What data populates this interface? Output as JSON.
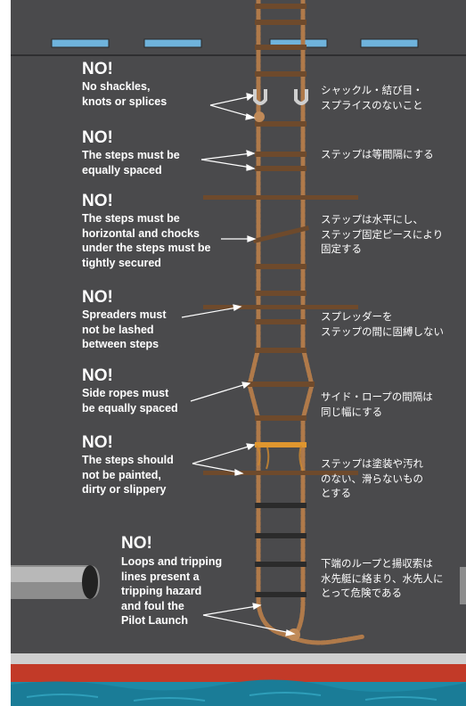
{
  "colors": {
    "hull": "#4a4a4c",
    "deck_window": "#6fb3dc",
    "rope": "#b07a4a",
    "step": "#6e4a2c",
    "arrow": "#ffffff",
    "boot_red": "#c23a28",
    "sea": "#1e8aa6",
    "waterline": "#cfcfcf",
    "painted_step": "#e0962e",
    "dark_step": "#2b2b2b"
  },
  "annotations": [
    {
      "id": "shackles",
      "no": "NO!",
      "text": "No shackles,\nknots or splices",
      "jp": "シャックル・結び目・\nスプライスのないこと"
    },
    {
      "id": "spacing",
      "no": "NO!",
      "text": "The steps must be\nequally spaced",
      "jp": "ステップは等間隔にする"
    },
    {
      "id": "horizontal",
      "no": "NO!",
      "text": "The steps must be\nhorizontal and chocks\nunder the steps must be\ntightly secured",
      "jp": "ステップは水平にし、\nステップ固定ピースにより\n固定する"
    },
    {
      "id": "spreaders",
      "no": "NO!",
      "text": "Spreaders must\nnot be lashed\nbetween steps",
      "jp": "スプレッダーを\nステップの間に固縛しない"
    },
    {
      "id": "side_ropes",
      "no": "NO!",
      "text": "Side ropes must\nbe equally spaced",
      "jp": "サイド・ロープの間隔は\n同じ幅にする"
    },
    {
      "id": "painted",
      "no": "NO!",
      "text": "The steps should\nnot be painted,\ndirty or slippery",
      "jp": "ステップは塗装や汚れ\nのない、滑らないもの\nとする"
    },
    {
      "id": "loops",
      "no": "NO!",
      "text": "Loops and tripping\nlines present a\ntripping hazard\nand foul the\nPilot Launch",
      "jp": "下端のループと揚収索は\n水先艇に絡まり、水先人に\nとって危険である"
    }
  ]
}
